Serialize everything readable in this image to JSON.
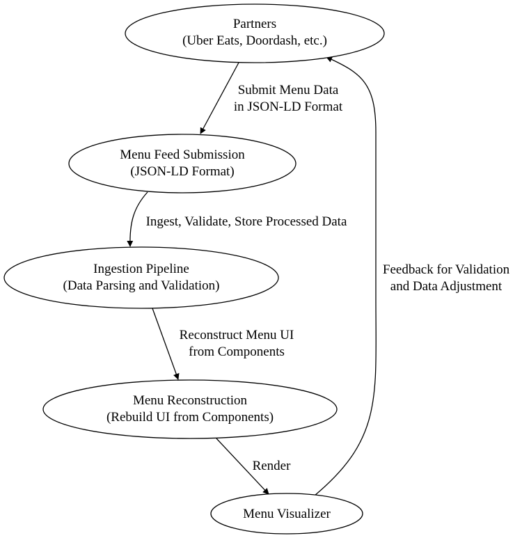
{
  "nodes": {
    "partners": {
      "line1": "Partners",
      "line2": "(Uber Eats, Doordash, etc.)"
    },
    "menu_feed": {
      "line1": "Menu Feed Submission",
      "line2": "(JSON-LD Format)"
    },
    "ingestion": {
      "line1": "Ingestion Pipeline",
      "line2": "(Data Parsing and Validation)"
    },
    "reconstruction": {
      "line1": "Menu Reconstruction",
      "line2": "(Rebuild UI from Components)"
    },
    "visualizer": {
      "line1": "Menu Visualizer"
    }
  },
  "edges": {
    "submit": {
      "line1": "Submit Menu Data",
      "line2": "in JSON-LD Format"
    },
    "ingest": {
      "line1": "Ingest, Validate, Store Processed Data"
    },
    "reconstruct": {
      "line1": "Reconstruct Menu UI",
      "line2": "from Components"
    },
    "render": {
      "line1": "Render"
    },
    "feedback": {
      "line1": "Feedback for Validation",
      "line2": "and Data Adjustment"
    }
  }
}
